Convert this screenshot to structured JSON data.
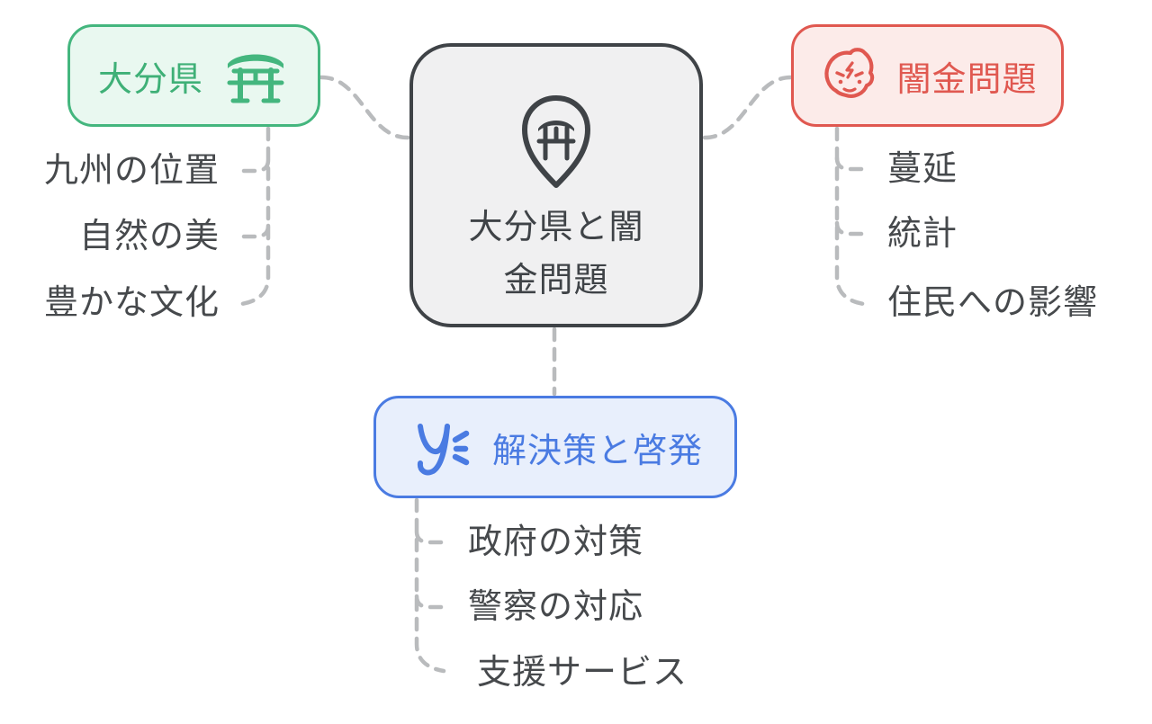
{
  "diagram": {
    "center": {
      "label": "大分県と闇金問題",
      "icon": "torii-map-pin-icon"
    },
    "branches": [
      {
        "id": "oita",
        "label": "大分県",
        "icon": "torii-gate-icon",
        "accent_color": "#44b67e",
        "background_color": "#e9f8f0",
        "children": [
          "九州の位置",
          "自然の美",
          "豊かな文化"
        ]
      },
      {
        "id": "yamikin",
        "label": "闇金問題",
        "icon": "rascal-face-icon",
        "accent_color": "#e05850",
        "background_color": "#fcebe9",
        "children": [
          "蔓延",
          "統計",
          "住民への影響"
        ]
      },
      {
        "id": "kaiketsu",
        "label": "解決策と啓発",
        "icon": "yammer-y-icon",
        "accent_color": "#4a7be2",
        "background_color": "#e8effc",
        "children": [
          "政府の対策",
          "警察の対応",
          "支援サービス"
        ]
      }
    ],
    "colors": {
      "center_border": "#3f4347",
      "center_background": "#f0f0f1",
      "connector": "#b9bbbd",
      "subtopic_text": "#46494c",
      "page_background": "#ffffff"
    }
  }
}
